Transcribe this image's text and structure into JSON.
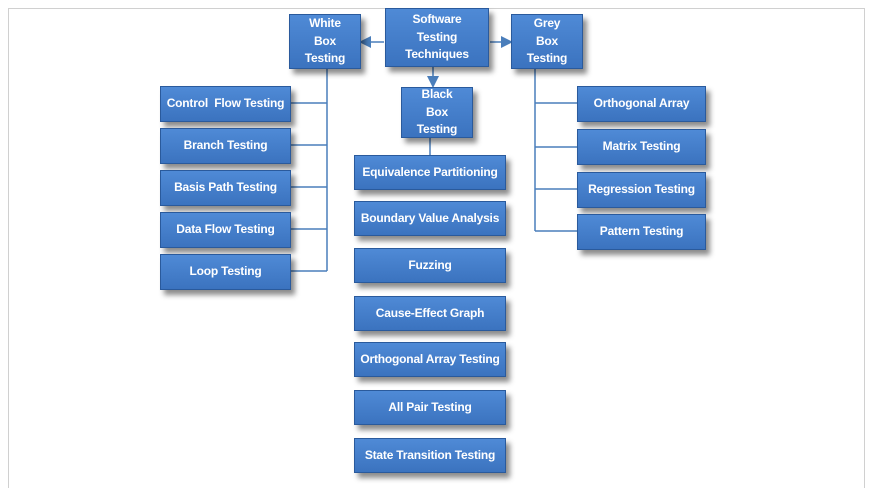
{
  "root": "Software Testing Techniques",
  "branches": {
    "white_box": {
      "title": "White Box Testing",
      "items": [
        "Control  Flow Testing",
        "Branch Testing",
        "Basis Path Testing",
        "Data Flow Testing",
        "Loop Testing"
      ]
    },
    "black_box": {
      "title": "Black Box Testing",
      "items": [
        "Equivalence Partitioning",
        "Boundary Value Analysis",
        "Fuzzing",
        "Cause-Effect Graph",
        "Orthogonal Array Testing",
        "All Pair Testing",
        "State Transition Testing"
      ]
    },
    "grey_box": {
      "title": "Grey Box Testing",
      "items": [
        "Orthogonal Array",
        "Matrix Testing",
        "Regression Testing",
        "Pattern Testing"
      ]
    }
  },
  "colors": {
    "box_fill": "#4a84d0",
    "box_border": "#2a5a9c",
    "connector": "#4a7ebb"
  }
}
